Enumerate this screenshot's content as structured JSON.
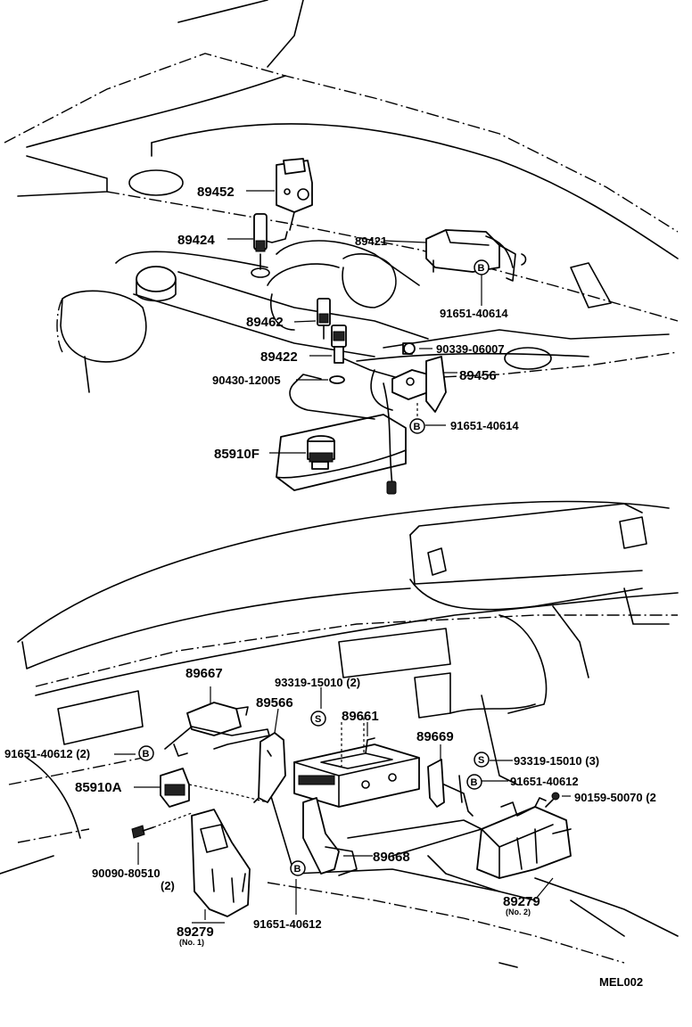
{
  "labels": {
    "p89452": "89452",
    "p89424": "89424",
    "p89421": "89421",
    "p91651_40614_a": "91651-40614",
    "p89462": "89462",
    "p89422": "89422",
    "p90339": "90339-06007",
    "p89456": "89456",
    "p90430": "90430-12005",
    "p91651_40614_b": "91651-40614",
    "p85910F": "85910F",
    "p89667": "89667",
    "p93319_a": "93319-15010 (2)",
    "p89566": "89566",
    "p89661": "89661",
    "p91651_40612_a": "91651-40612 (2)",
    "p89669": "89669",
    "p93319_b": "93319-15010 (3)",
    "p91651_40612_b": "91651-40612",
    "p90159": "90159-50070 (2",
    "p85910A": "85910A",
    "p90090": "90090-80510",
    "p90090_qty": "(2)",
    "p89668": "89668",
    "p91651_40612_c": "91651-40612",
    "p89279_a": "89279",
    "p89279_a_note": "(No. 1)",
    "p89279_b": "89279",
    "p89279_b_note": "(No. 2)",
    "ref_code": "MEL002"
  },
  "markers": {
    "bolt": "B",
    "screw": "S"
  }
}
